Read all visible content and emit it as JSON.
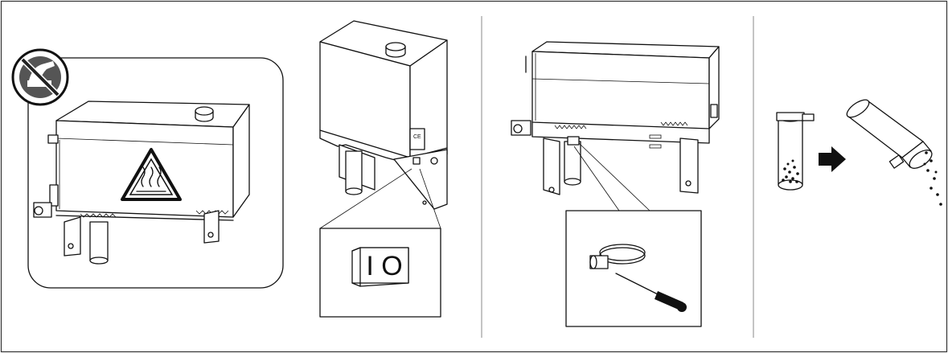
{
  "figure": {
    "panels": [
      {
        "id": "panel-1",
        "topic": "hot-surface-warning"
      },
      {
        "id": "panel-2",
        "topic": "power-switch"
      },
      {
        "id": "panel-3",
        "topic": "hose-clamp-removal"
      },
      {
        "id": "panel-4",
        "topic": "empty-filter-tube"
      }
    ],
    "switch_label": "I O",
    "colors": {
      "line": "#111111",
      "background": "#ffffff",
      "frame": "#333333"
    },
    "icons": [
      "do-not-touch-icon",
      "hot-surface-warning-icon",
      "right-arrow-icon",
      "screwdriver-icon",
      "hose-clamp-icon"
    ]
  }
}
